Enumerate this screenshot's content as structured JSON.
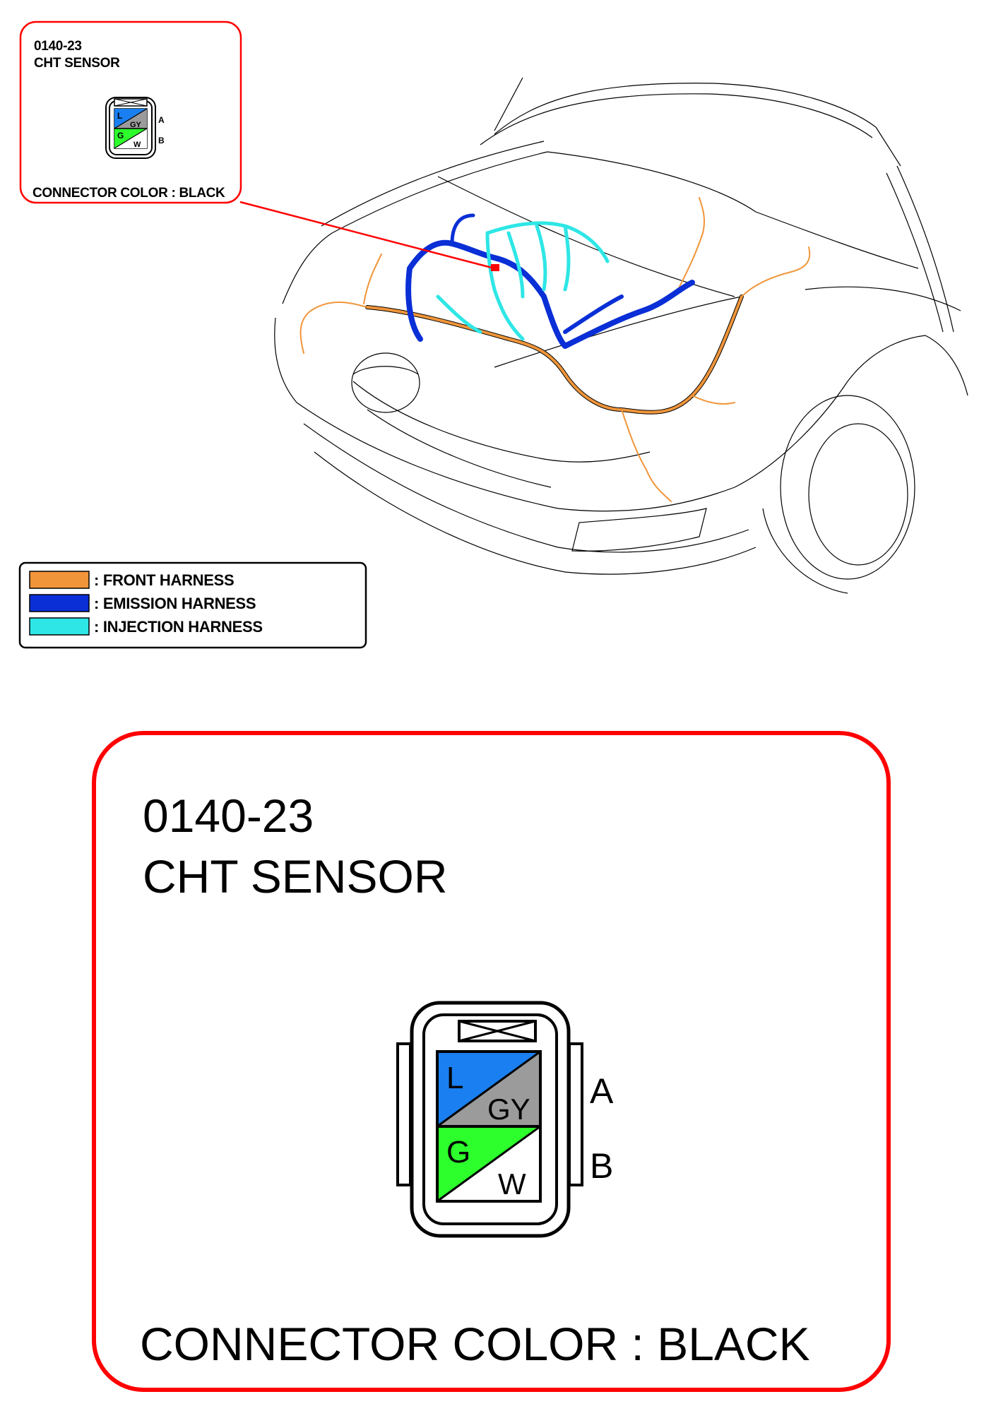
{
  "small_callout": {
    "code": "0140-23",
    "name": "CHT SENSOR",
    "connector_color": "CONNECTOR COLOR : BLACK",
    "pins": {
      "A": {
        "label": "A",
        "top_wire": "L",
        "bottom_wire": "GY"
      },
      "B": {
        "label": "B",
        "top_wire": "G",
        "bottom_wire": "W"
      }
    }
  },
  "legend": {
    "items": [
      {
        "label": ": FRONT HARNESS",
        "color": "#f0953a"
      },
      {
        "label": ": EMISSION HARNESS",
        "color": "#0a2fd6"
      },
      {
        "label": ": INJECTION HARNESS",
        "color": "#2ee6e6"
      }
    ]
  },
  "large_callout": {
    "code": "0140-23",
    "name": "CHT SENSOR",
    "connector_color": "CONNECTOR COLOR : BLACK",
    "pins": {
      "A": {
        "label": "A",
        "top_wire": "L",
        "bottom_wire": "GY"
      },
      "B": {
        "label": "B",
        "top_wire": "G",
        "bottom_wire": "W"
      }
    }
  },
  "colors": {
    "callout_border": "#ff0000",
    "wire_L": "#1a7ff0",
    "wire_GY": "#9b9b9b",
    "wire_G": "#2cff2c",
    "wire_W": "#ffffff",
    "front_harness": "#f0953a",
    "emission_harness": "#0a2fd6",
    "injection_harness": "#2ee6e6"
  }
}
